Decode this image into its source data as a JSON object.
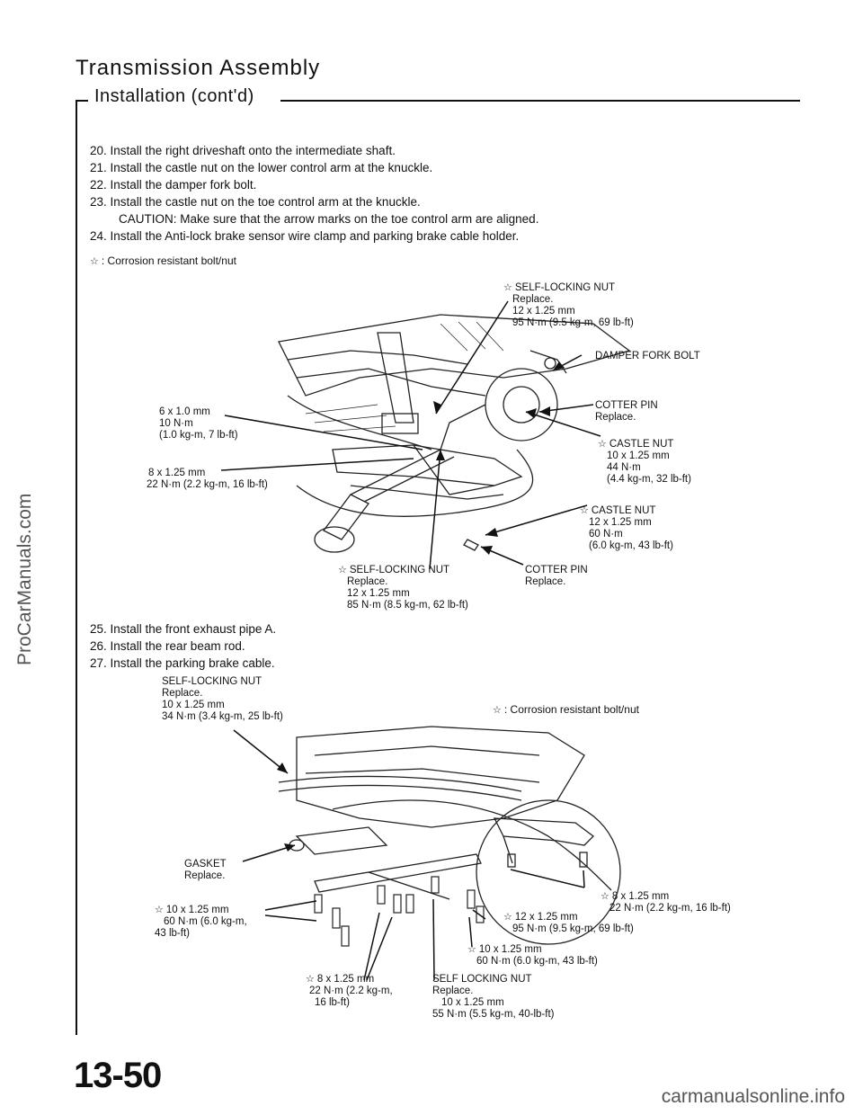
{
  "header": {
    "title": "Transmission Assembly",
    "subtitle": "Installation (cont'd)"
  },
  "steps_top": [
    "20.  Install the right driveshaft onto the intermediate shaft.",
    "21.  Install the castle nut on the lower control arm at the knuckle.",
    "22.  Install the damper fork bolt.",
    "23.  Install the castle nut on the toe control arm at the knuckle.",
    "CAUTION:  Make sure that the arrow marks on the toe control arm are aligned.",
    "24.  Install the Anti-lock brake sensor wire clamp and parking brake cable holder."
  ],
  "legend": {
    "symbol": "☆",
    "text": "Corrosion resistant bolt/nut"
  },
  "figure1": {
    "self_locking_nut_top": [
      "SELF-LOCKING NUT",
      "Replace.",
      "12 x 1.25 mm",
      "95 N·m (9.5 kg-m, 69 lb-ft)"
    ],
    "damper_fork_bolt": "DAMPER FORK BOLT",
    "cotter_pin_top": [
      "COTTER PIN",
      "Replace."
    ],
    "castle_nut_top": [
      "CASTLE NUT",
      "10 x 1.25 mm",
      "44 N·m",
      "(4.4 kg-m, 32 lb-ft)"
    ],
    "castle_nut_bottom": [
      "CASTLE NUT",
      "12 x 1.25 mm",
      "60 N·m",
      "(6.0 kg-m, 43 lb-ft)"
    ],
    "cotter_pin_bottom": [
      "COTTER PIN",
      "Replace."
    ],
    "self_locking_nut_bottom": [
      "SELF-LOCKING NUT",
      "Replace.",
      "12 x 1.25 mm",
      "85 N·m (8.5 kg-m, 62 lb-ft)"
    ],
    "bolt_6mm": [
      "6 x 1.0 mm",
      "10 N·m",
      "(1.0 kg-m, 7 lb-ft)"
    ],
    "bolt_8mm": [
      "8 x 1.25 mm",
      "22 N·m (2.2 kg-m, 16 lb-ft)"
    ]
  },
  "steps_mid": [
    "25.  Install the front exhaust pipe A.",
    "26.  Install the rear beam rod.",
    "27.  Install the parking brake cable."
  ],
  "figure2": {
    "self_locking_nut": [
      "SELF-LOCKING NUT",
      "Replace.",
      "10 x 1.25 mm",
      "34 N·m (3.4 kg-m, 25 lb-ft)"
    ],
    "gasket": [
      "GASKET",
      "Replace."
    ],
    "bolt_10mm_left": [
      "10 x 1.25 mm",
      "60 N·m (6.0 kg-m,",
      "43 lb-ft)"
    ],
    "bolt_8mm_bottom": [
      "8 x 1.25 mm",
      "22 N·m (2.2 kg-m,",
      "16 lb-ft)"
    ],
    "self_locking_nut_bottom": [
      "SELF LOCKING NUT",
      "Replace.",
      "10 x 1.25 mm",
      "55 N·m (5.5 kg-m, 40-lb-ft)"
    ],
    "bolt_10mm_bottom": [
      "10 x 1.25 mm",
      "60 N·m (6.0 kg-m, 43 lb-ft)"
    ],
    "bolt_12mm": [
      "12 x 1.25 mm",
      "95 N·m (9.5 kg-m, 69 lb-ft)"
    ],
    "bolt_8mm_right": [
      "8 x 1.25 mm",
      "22 N·m (2.2 kg-m, 16 lb-ft)"
    ]
  },
  "page_number": "13-50",
  "watermarks": {
    "side": "ProCarManuals.com",
    "bottom": "carmanualsonline.info"
  }
}
